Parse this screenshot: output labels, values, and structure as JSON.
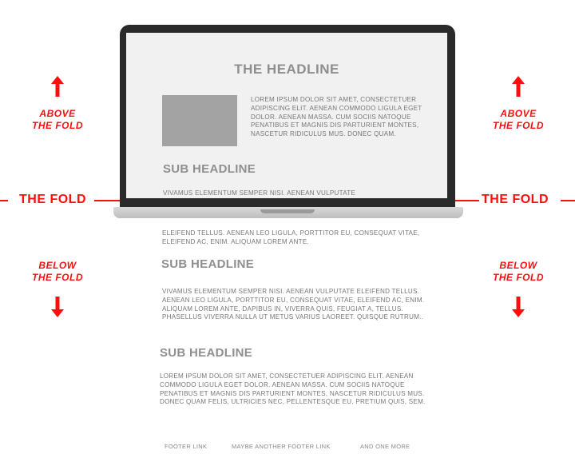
{
  "annotations": {
    "above_fold": [
      "ABOVE",
      "THE FOLD"
    ],
    "below_fold": [
      "BELOW",
      "THE FOLD"
    ],
    "the_fold": "THE FOLD"
  },
  "page": {
    "headline": "THE HEADLINE",
    "intro": "LOREM IPSUM DOLOR SIT AMET, CONSECTETUER ADIPISCING ELIT. AENEAN COMMODO LIGULA EGET DOLOR. AENEAN MASSA. CUM SOCIIS NATOQUE PENATIBUS ET MAGNIS DIS PARTURIENT MONTES, NASCETUR RIDICULUS MUS. DONEC QUAM.",
    "sub_headline_1": "SUB HEADLINE",
    "para_1_line_1": "VIVAMUS ELEMENTUM SEMPER NISI. AENEAN VULPUTATE",
    "para_1_continued": "ELEIFEND TELLUS. AENEAN LEO LIGULA, PORTTITOR EU, CONSEQUAT VITAE, ELEIFEND AC, ENIM. ALIQUAM LOREM ANTE.",
    "sub_headline_2": "SUB HEADLINE",
    "para_2": "VIVAMUS ELEMENTUM SEMPER NISI. AENEAN VULPUTATE ELEIFEND TELLUS. AENEAN LEO LIGULA, PORTTITOR EU, CONSEQUAT VITAE, ELEIFEND AC, ENIM. ALIQUAM LOREM ANTE, DAPIBUS IN, VIVERRA QUIS, FEUGIAT A, TELLUS. PHASELLUS VIVERRA NULLA UT METUS VARIUS LAOREET. QUISQUE RUTRUM..",
    "sub_headline_3": "SUB HEADLINE",
    "para_3": "LOREM IPSUM DOLOR SIT AMET, CONSECTETUER ADIPISCING ELIT. AENEAN COMMODO LIGULA EGET DOLOR. AENEAN MASSA. CUM SOCIIS NATOQUE PENATIBUS ET MAGNIS DIS PARTURIENT MONTES, NASCETUR RIDICULUS MUS. DONEC QUAM FELIS, ULTRICIES NEC, PELLENTESQUE EU, PRETIUM QUIS, SEM.",
    "footer_links": [
      "FOOTER LINK",
      "MAYBE ANOTHER FOOTER LINK",
      "AND ONE MORE"
    ]
  },
  "colors": {
    "accent": "#ff0d0d",
    "laptop_frame": "#2a2a2a",
    "screen_bg": "#f1f1f1",
    "text_gray": "#777777",
    "image_placeholder": "#a3a3a3"
  },
  "icons": [
    "arrow-up-icon",
    "arrow-down-icon"
  ]
}
